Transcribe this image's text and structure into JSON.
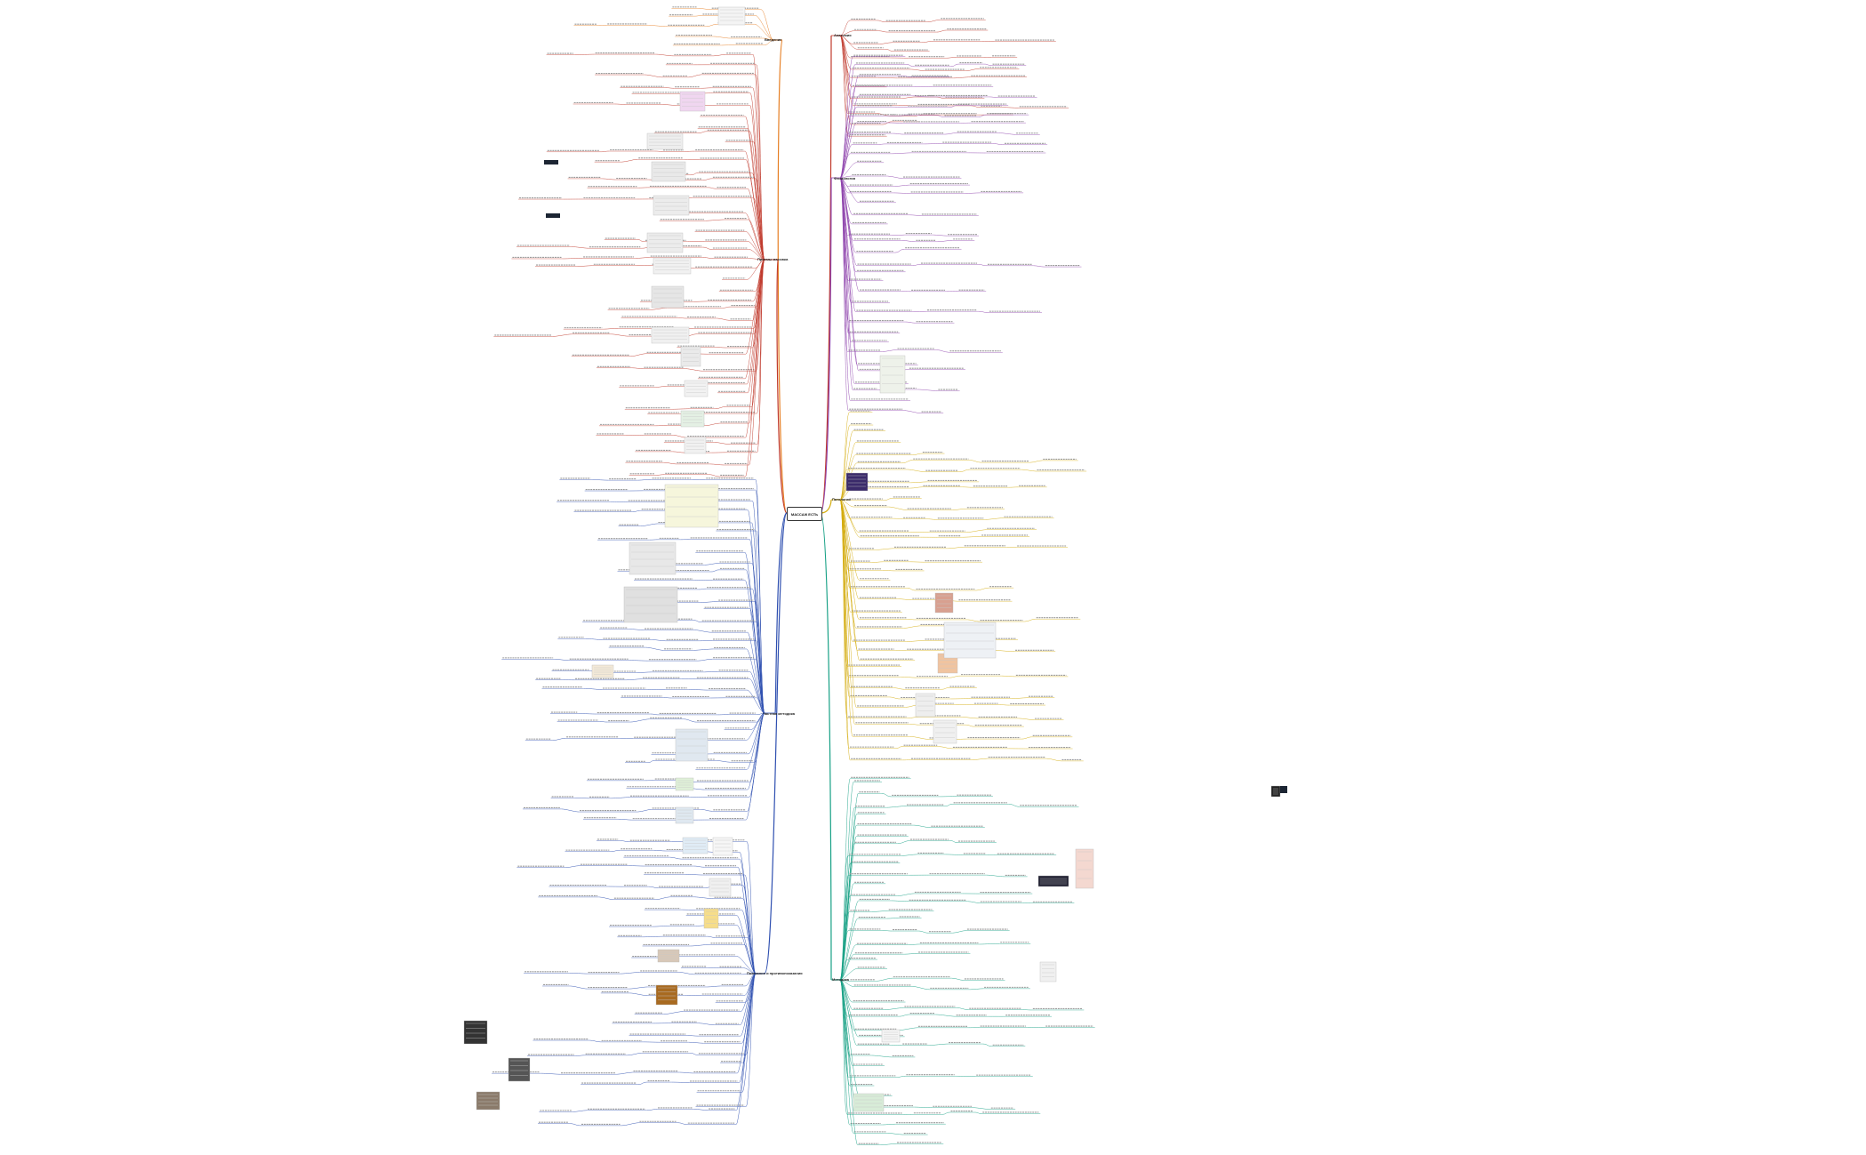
{
  "root": {
    "title": "МАССАЖ ЕСТЬ"
  },
  "branches": [
    {
      "key": "top-right",
      "label": "Анатомия",
      "color": "#c0392b"
    },
    {
      "key": "upper-right",
      "label": "Физиология",
      "color": "#8e44ad"
    },
    {
      "key": "mid-right",
      "label": "Патология",
      "color": "#d4ac0d"
    },
    {
      "key": "lower-right",
      "label": "Методика",
      "color": "#16a085"
    },
    {
      "key": "top-left",
      "label": "Введение",
      "color": "#e67e22"
    },
    {
      "key": "upper-left",
      "label": "Приемы массажа",
      "color": "#e74c3c"
    },
    {
      "key": "lower-left",
      "label": "Частная методика",
      "color": "#2e4fb0"
    },
    {
      "key": "bottom-left",
      "label": "Показания и противопоказания",
      "color": "#3b5bd9"
    }
  ],
  "colors": {
    "red": "#c0392b",
    "orange": "#e67e22",
    "yellow": "#d4ac0d",
    "teal": "#16a085",
    "blue": "#2e4fb0",
    "purple": "#8e44ad"
  }
}
